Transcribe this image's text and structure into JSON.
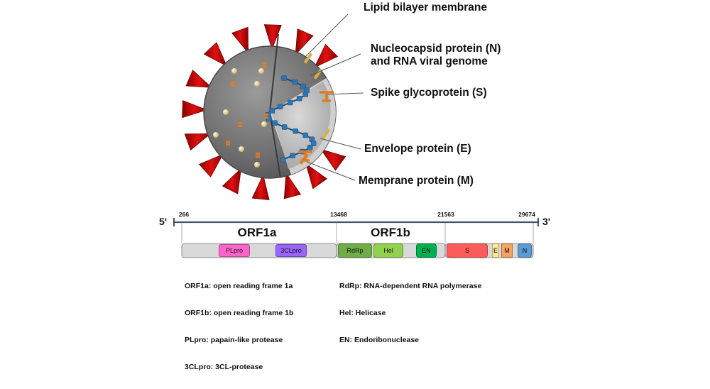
{
  "labels": {
    "lipid": "Lipid bilayer membrane",
    "nucleo_line1": "Nucleocapsid protein (N)",
    "nucleo_line2": "and RNA viral genome",
    "spike": "Spike glycoprotein (S)",
    "envelope": "Envelope protein (E)",
    "membrane": "Memprane protein (M)"
  },
  "genome": {
    "end5": "5'",
    "end3": "3'",
    "positions": [
      "266",
      "13468",
      "21563",
      "29674"
    ],
    "orf1a": "ORF1a",
    "orf1b": "ORF1b",
    "domains": {
      "plpro": "PLpro",
      "clpro": "3CLpro",
      "rdrp": "RdRp",
      "hel": "Hel",
      "en": "EN",
      "s": "S",
      "e": "E",
      "m": "M",
      "n": "N"
    },
    "colors": {
      "orf_bar": "#d9d9d9",
      "plpro": "#ff66cc",
      "clpro": "#9966ff",
      "rdrp": "#70ad47",
      "hel": "#92d050",
      "en": "#00b050",
      "s": "#ff5b5b",
      "e": "#ffe699",
      "m": "#f4a460",
      "n": "#5b9bd5",
      "spike": "#c00000",
      "membrane_gray": "#7f7f7f",
      "line": "#44546a"
    }
  },
  "legend": {
    "left": [
      "ORF1a: open reading frame 1a",
      "ORF1b: open reading frame 1b",
      "PLpro: papain-like protease",
      "3CLpro: 3CL-protease"
    ],
    "right": [
      "RdRp: RNA-dependent RNA polymerase",
      "Hel: Helicase",
      "EN: Endoribonuclease"
    ]
  }
}
